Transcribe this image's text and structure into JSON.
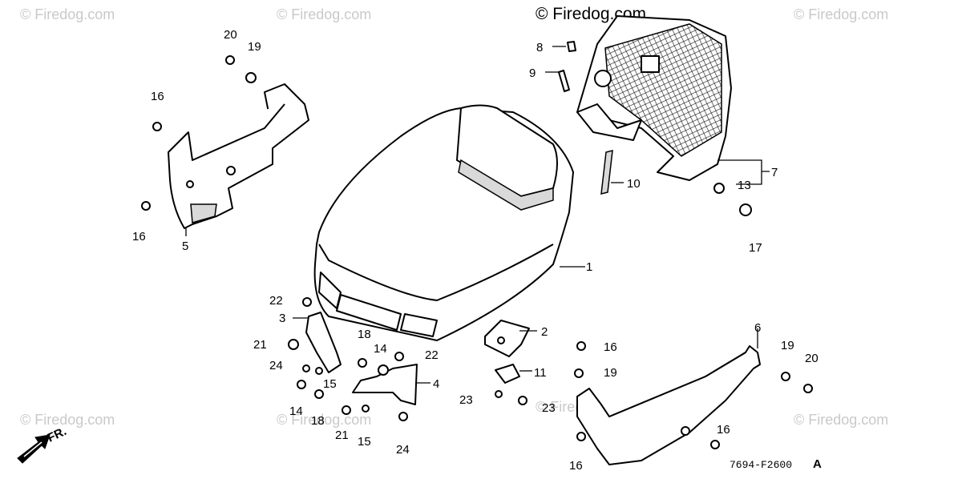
{
  "watermarks": {
    "top_left": "© Firedog.com",
    "top_center": "© Firedog.com",
    "top_main": "© Firedog.com",
    "top_right": "© Firedog.com",
    "bottom_left": "© Firedog.com",
    "bottom_center": "© Firedog.com",
    "bottom_mid_right": "© Firedog.com",
    "bottom_right": "© Firedog.com"
  },
  "direction_label": "FR.",
  "diagram_code": "7694-F2600",
  "diagram_code_suffix": "A",
  "callouts": {
    "c1": "1",
    "c2": "2",
    "c3": "3",
    "c4": "4",
    "c5": "5",
    "c6": "6",
    "c7": "7",
    "c8": "8",
    "c9": "9",
    "c10": "10",
    "c11": "11",
    "c13": "13",
    "c14a": "14",
    "c14b": "14",
    "c15a": "15",
    "c15b": "15",
    "c16a": "16",
    "c16b": "16",
    "c16c": "16",
    "c16d": "16",
    "c16e": "16",
    "c17": "17",
    "c18a": "18",
    "c18b": "18",
    "c19a": "19",
    "c19b": "19",
    "c19c": "19",
    "c20a": "20",
    "c20b": "20",
    "c21a": "21",
    "c21b": "21",
    "c22a": "22",
    "c22b": "22",
    "c23a": "23",
    "c23b": "23",
    "c24a": "24",
    "c24b": "24"
  }
}
